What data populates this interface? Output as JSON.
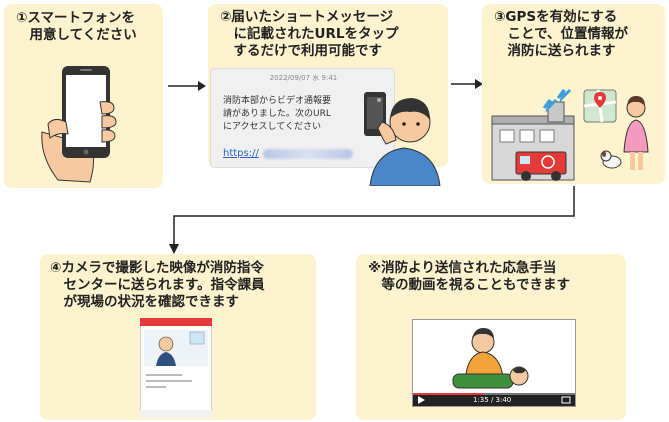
{
  "steps": [
    {
      "text": "①スマートフォンを\n　用意してください"
    },
    {
      "text": "②届いたショートメッセージ\n　に記載されたURLをタップ\n　するだけで利用可能です"
    },
    {
      "text": "③GPSを有効にする\n　ことで、位置情報が\n　消防に送られます"
    },
    {
      "text": "④カメラで撮影した映像が消防指令\n　センターに送られます。指令課員\n　が現場の状況を確認できます"
    },
    {
      "text": "※消防より送信された応急手当\n　等の動画を視ることもできます"
    }
  ],
  "sms": {
    "timestamp": "2022/09/07 水 9:41",
    "body": "消防本部からビデオ通報要\n請がありました。次のURL\nにアクセスしてください",
    "link_prefix": "https://"
  },
  "video": {
    "time": "1:35 / 3:40",
    "progress": 0.43
  },
  "colors": {
    "panel": "#fdf4cf",
    "arrow": "#222222",
    "link": "#2a62c9",
    "accent_red": "#e43a3a"
  }
}
